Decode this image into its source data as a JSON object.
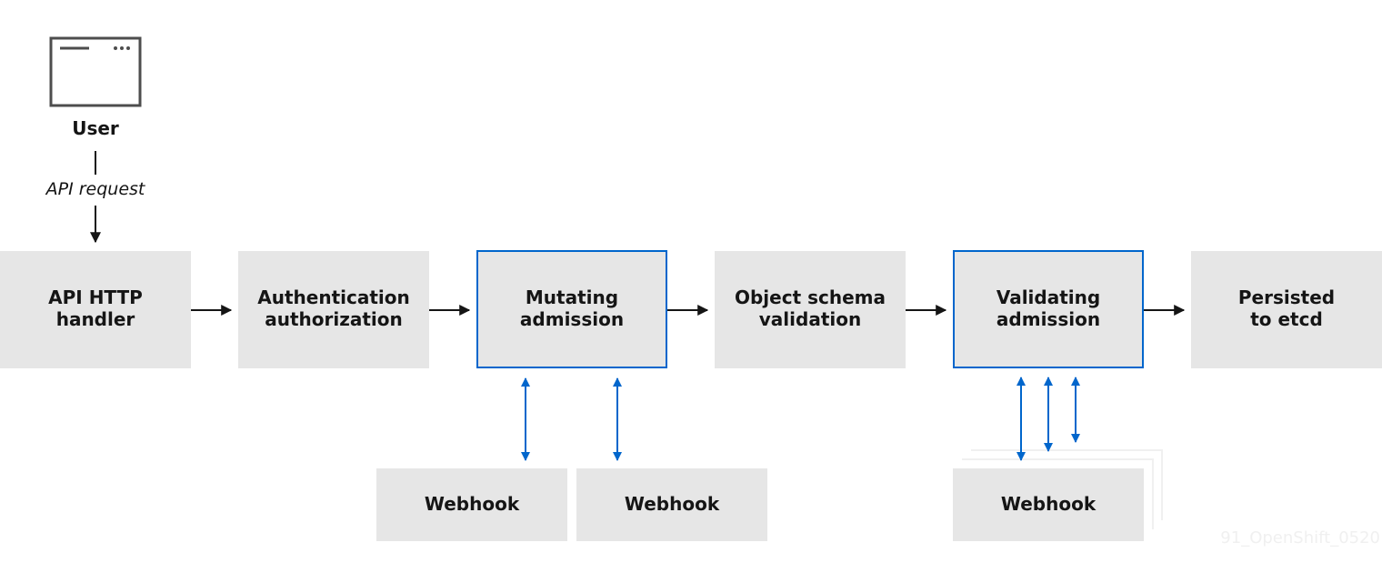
{
  "user": {
    "label": "User",
    "request_label": "API request"
  },
  "stages": [
    {
      "line1": "API HTTP",
      "line2": "handler"
    },
    {
      "line1": "Authentication",
      "line2": "authorization"
    },
    {
      "line1": "Mutating",
      "line2": "admission"
    },
    {
      "line1": "Object schema",
      "line2": "validation"
    },
    {
      "line1": "Validating",
      "line2": "admission"
    },
    {
      "line1": "Persisted",
      "line2": "to etcd"
    }
  ],
  "webhooks": {
    "mutating_1": "Webhook",
    "mutating_2": "Webhook",
    "validating": "Webhook"
  },
  "watermark": "91_OpenShift_0520",
  "colors": {
    "box_fill": "#e6e6e6",
    "highlight_border": "#0066cc",
    "arrow_black": "#151515",
    "arrow_blue": "#0066cc"
  }
}
